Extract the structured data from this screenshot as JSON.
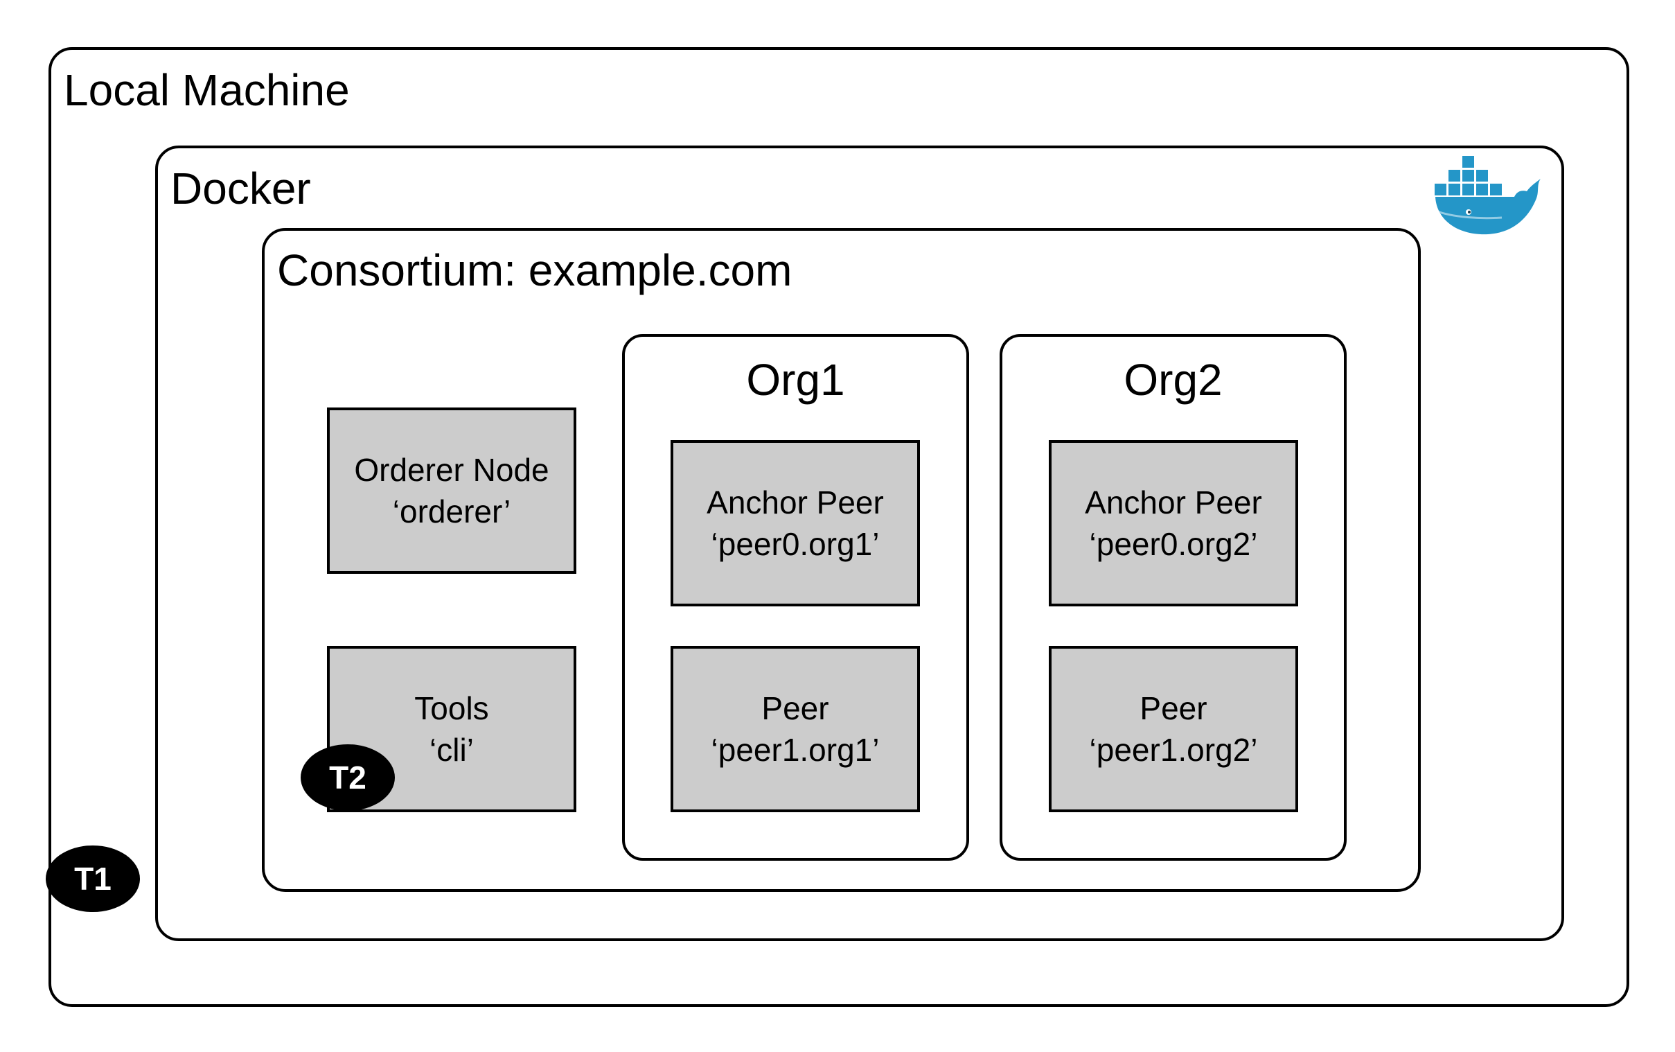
{
  "local_machine": {
    "title": "Local Machine",
    "badge": "T1"
  },
  "docker": {
    "title": "Docker",
    "logo_icon": "docker-whale-icon"
  },
  "consortium": {
    "title": "Consortium: example.com",
    "orderer": {
      "line1": "Orderer Node",
      "line2": "‘orderer’"
    },
    "tools": {
      "line1": "Tools",
      "line2": "‘cli’",
      "badge": "T2"
    }
  },
  "orgs": [
    {
      "title": "Org1",
      "anchor": {
        "line1": "Anchor Peer",
        "line2": "‘peer0.org1’"
      },
      "peer": {
        "line1": "Peer",
        "line2": "‘peer1.org1’"
      }
    },
    {
      "title": "Org2",
      "anchor": {
        "line1": "Anchor Peer",
        "line2": "‘peer0.org2’"
      },
      "peer": {
        "line1": "Peer",
        "line2": "‘peer1.org2’"
      }
    }
  ],
  "colors": {
    "node_fill": "#cccccc",
    "border": "#000000",
    "badge": "#000000",
    "docker_blue": "#2496c8"
  }
}
